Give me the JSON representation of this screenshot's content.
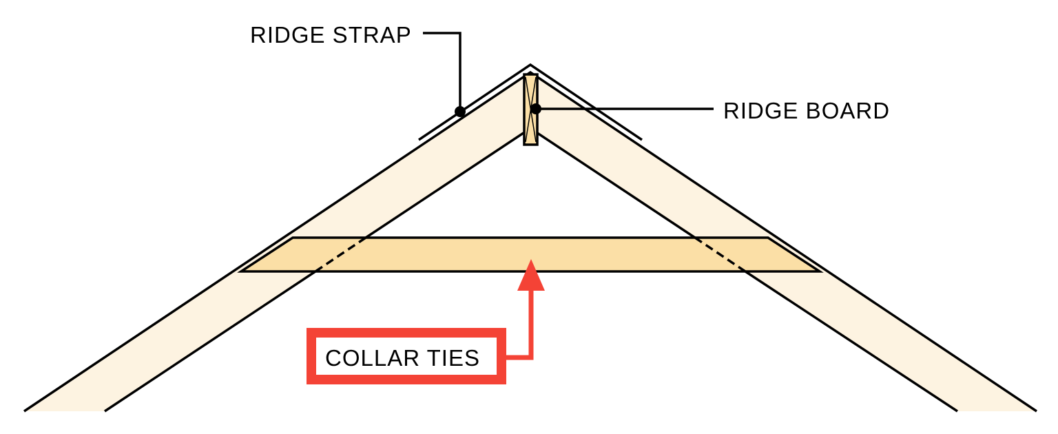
{
  "labels": {
    "ridge_strap": "RIDGE STRAP",
    "ridge_board": "RIDGE BOARD",
    "collar_ties": "COLLAR TIES"
  },
  "colors": {
    "rafter_fill": "#fdf3e1",
    "collar_fill": "#fbdfa6",
    "ridge_board_fill": "#fbdfa6",
    "highlight": "#f44336",
    "line": "#000000"
  }
}
